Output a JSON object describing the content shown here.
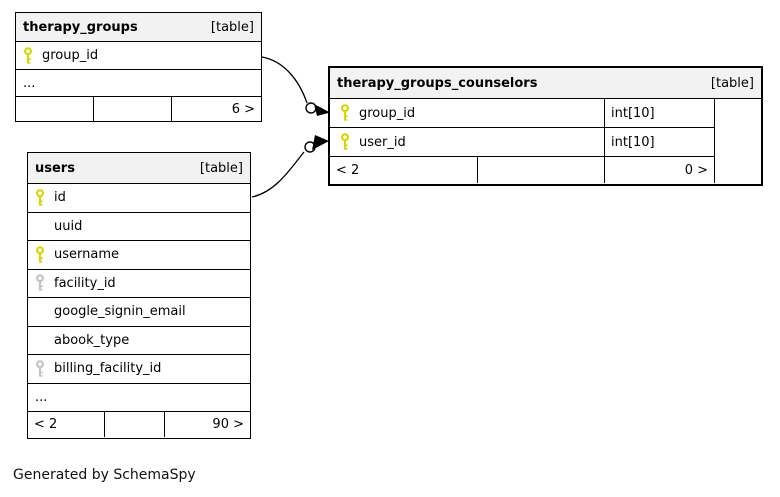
{
  "app": {
    "generated_note": "Generated by SchemaSpy"
  },
  "colors": {
    "header_bg": "#f2f2f2",
    "border": "#000000",
    "primary_key": "#d6d600",
    "foreign_key": "#c3c3c3",
    "background": "#ffffff"
  },
  "tables": {
    "therapy_groups": {
      "name": "therapy_groups",
      "tag": "[table]",
      "columns": [
        {
          "name": "group_id",
          "key": "primary"
        }
      ],
      "ellipsis": "...",
      "footer": {
        "left": "",
        "middle": "",
        "right": "6 >"
      }
    },
    "therapy_groups_counselors": {
      "name": "therapy_groups_counselors",
      "tag": "[table]",
      "columns": [
        {
          "name": "group_id",
          "type": "int[10]",
          "key": "primary"
        },
        {
          "name": "user_id",
          "type": "int[10]",
          "key": "primary"
        }
      ],
      "footer": {
        "left": "< 2",
        "middle": "",
        "right": "0 >"
      }
    },
    "users": {
      "name": "users",
      "tag": "[table]",
      "columns": [
        {
          "name": "id",
          "key": "primary"
        },
        {
          "name": "uuid",
          "key": ""
        },
        {
          "name": "username",
          "key": "primary"
        },
        {
          "name": "facility_id",
          "key": "foreign"
        },
        {
          "name": "google_signin_email",
          "key": ""
        },
        {
          "name": "abook_type",
          "key": ""
        },
        {
          "name": "billing_facility_id",
          "key": "foreign"
        }
      ],
      "ellipsis": "...",
      "footer": {
        "left": "< 2",
        "middle": "",
        "right": "90 >"
      }
    }
  },
  "relationships": [
    {
      "from_table": "therapy_groups",
      "from_column": "group_id",
      "to_table": "therapy_groups_counselors",
      "to_column": "group_id"
    },
    {
      "from_table": "users",
      "from_column": "id",
      "to_table": "therapy_groups_counselors",
      "to_column": "user_id"
    }
  ]
}
